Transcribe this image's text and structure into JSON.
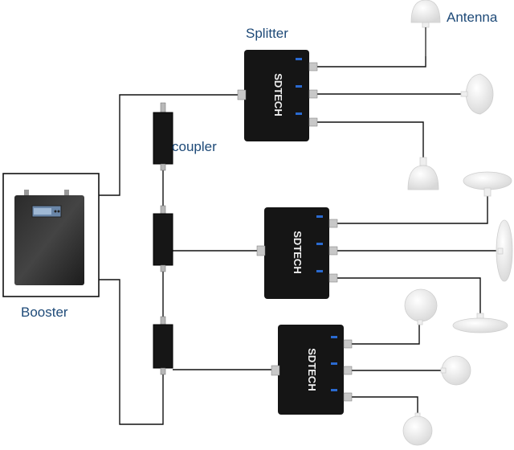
{
  "labels": {
    "splitter": "Splitter",
    "antenna": "Antenna",
    "coupler": "coupler",
    "booster": "Booster"
  },
  "splitter_brand": "SDTECH",
  "colors": {
    "label_text": "#1e4a78",
    "cable": "#111111",
    "device_body": "#141414",
    "antenna": "#f2f2f2"
  },
  "icons": [
    "booster-unit",
    "splitter-unit",
    "coupler-unit",
    "ceiling-antenna",
    "panel-antenna"
  ]
}
